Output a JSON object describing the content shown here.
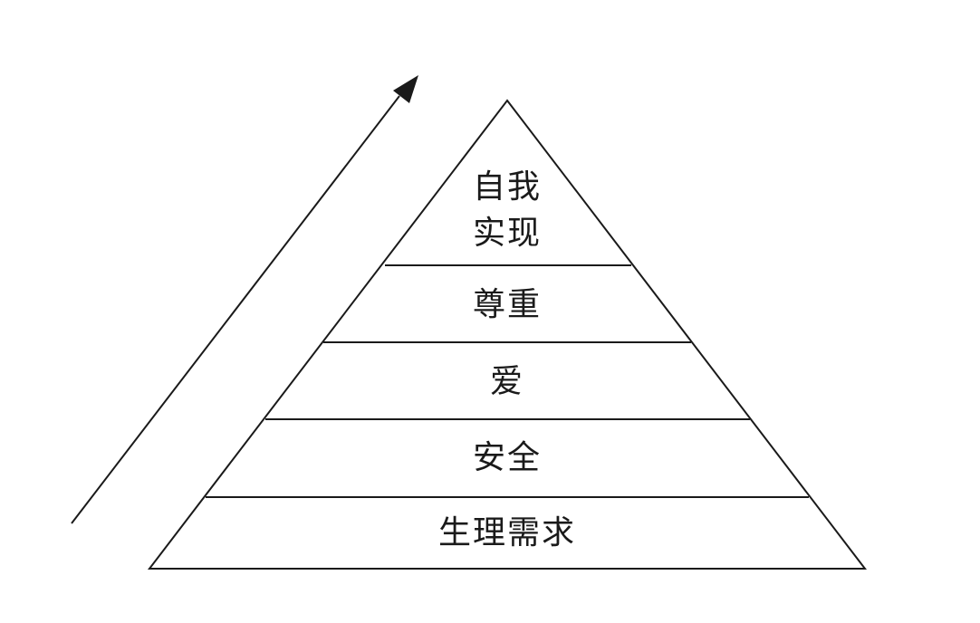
{
  "colors": {
    "background": "#ffffff",
    "stroke": "#1a1a1a",
    "text": "#1a1a1a"
  },
  "pyramid": {
    "levels_top_to_bottom": [
      {
        "lines": [
          "自我",
          "实现"
        ]
      },
      {
        "lines": [
          "尊重"
        ]
      },
      {
        "lines": [
          "爱"
        ]
      },
      {
        "lines": [
          "安全"
        ]
      },
      {
        "lines": [
          "生理需求"
        ]
      }
    ]
  },
  "arrow": {
    "direction": "upward",
    "icon": "arrow-up-right-icon"
  }
}
